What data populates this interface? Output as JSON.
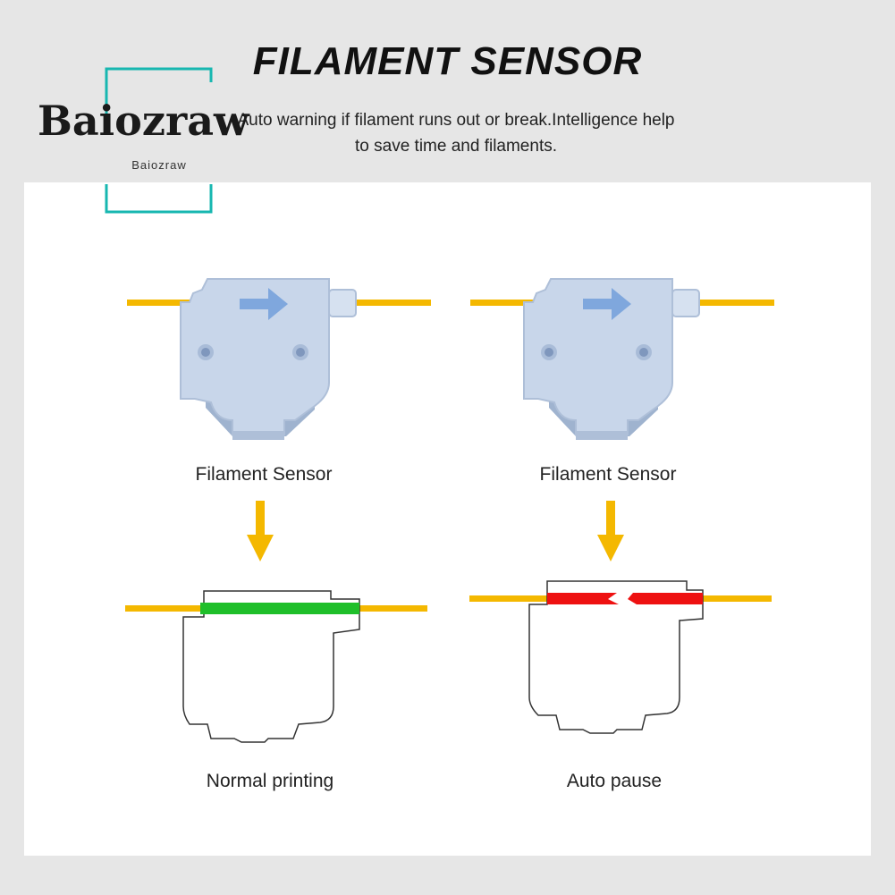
{
  "header": {
    "title": "FILAMENT SENSOR",
    "subtitle_line1": "Auto warning if filament runs out or break.Intelligence help",
    "subtitle_line2": "to save time and filaments."
  },
  "watermark": {
    "brand": "Baiozraw",
    "brand_small": "Baiozraw",
    "frame_color": "#17b7b0"
  },
  "left_column": {
    "sensor_label": "Filament Sensor",
    "state_label": "Normal printing",
    "state_color": "#1fbf2a"
  },
  "right_column": {
    "sensor_label": "Filament Sensor",
    "state_label": "Auto pause",
    "state_color": "#ee1111"
  },
  "colors": {
    "filament": "#f4b800",
    "sensor_body": "#c8d6ea",
    "arrow": "#f4b800",
    "sensor_arrow": "#7fa7dd"
  }
}
